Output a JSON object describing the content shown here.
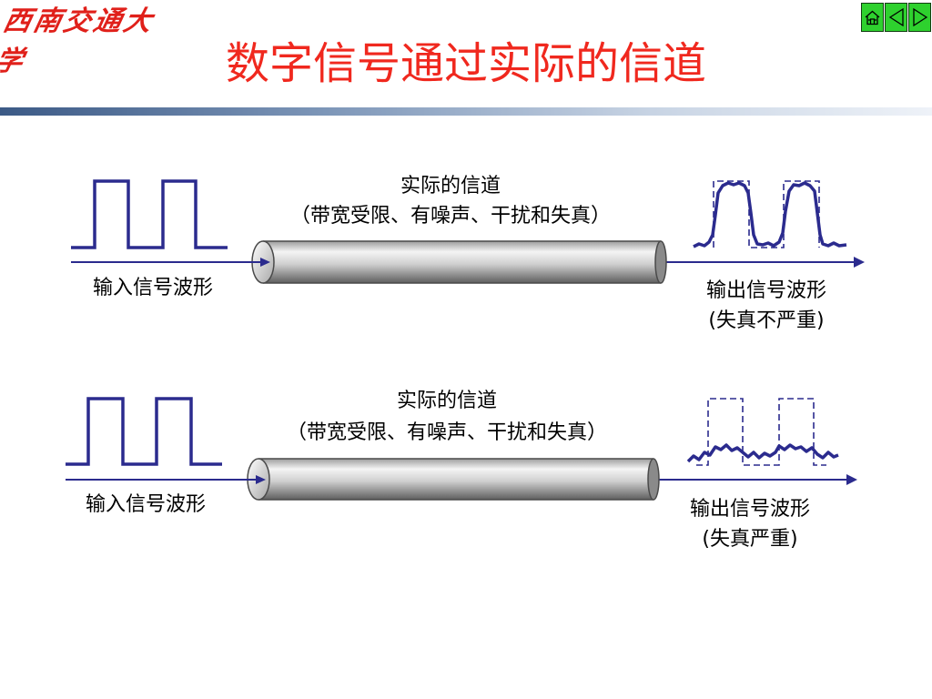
{
  "header": {
    "logo_text": "西南交通大学",
    "title": "数字信号通过实际的信道"
  },
  "nav": {
    "home_icon": "home-icon",
    "prev_icon": "triangle-left-icon",
    "next_icon": "triangle-right-icon"
  },
  "colors": {
    "title": "#f0281e",
    "wave": "#2b2b8e",
    "nav_green": "#2ed12e"
  },
  "diagrams": [
    {
      "channel_title": "实际的信道",
      "channel_note": "（带宽受限、有噪声、干扰和失真）",
      "input_label": "输入信号波形",
      "output_label": "输出信号波形",
      "output_note": "(失真不严重)"
    },
    {
      "channel_title": "实际的信道",
      "channel_note": "（带宽受限、有噪声、干扰和失真）",
      "input_label": "输入信号波形",
      "output_label": "输出信号波形",
      "output_note": "(失真严重)"
    }
  ]
}
